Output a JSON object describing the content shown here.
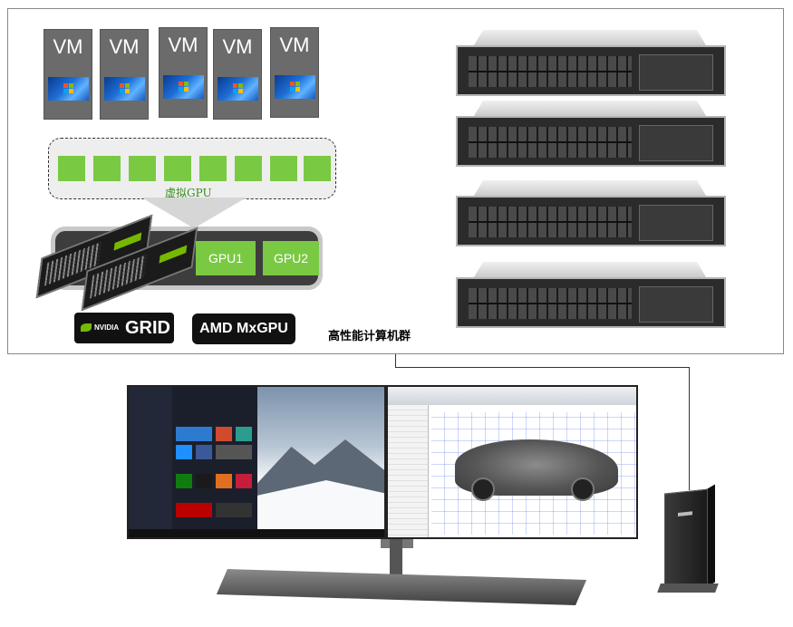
{
  "vms": [
    {
      "label": "VM"
    },
    {
      "label": "VM"
    },
    {
      "label": "VM"
    },
    {
      "label": "VM"
    },
    {
      "label": "VM"
    }
  ],
  "virtual_gpu": {
    "label": "虚拟GPU",
    "slot_count": 8
  },
  "physical_gpus": [
    {
      "label": "GPU1"
    },
    {
      "label": "GPU2"
    }
  ],
  "logos": {
    "nvidia_small": "NVIDIA",
    "nvidia_big": "GRID",
    "amd": "AMD MxGPU"
  },
  "cluster_label": "高性能计算机群",
  "servers": [
    {},
    {},
    {},
    {}
  ],
  "colors": {
    "gpu_green": "#7ac943",
    "nvidia_green": "#76b900",
    "vm_gray": "#6b6b6b"
  }
}
